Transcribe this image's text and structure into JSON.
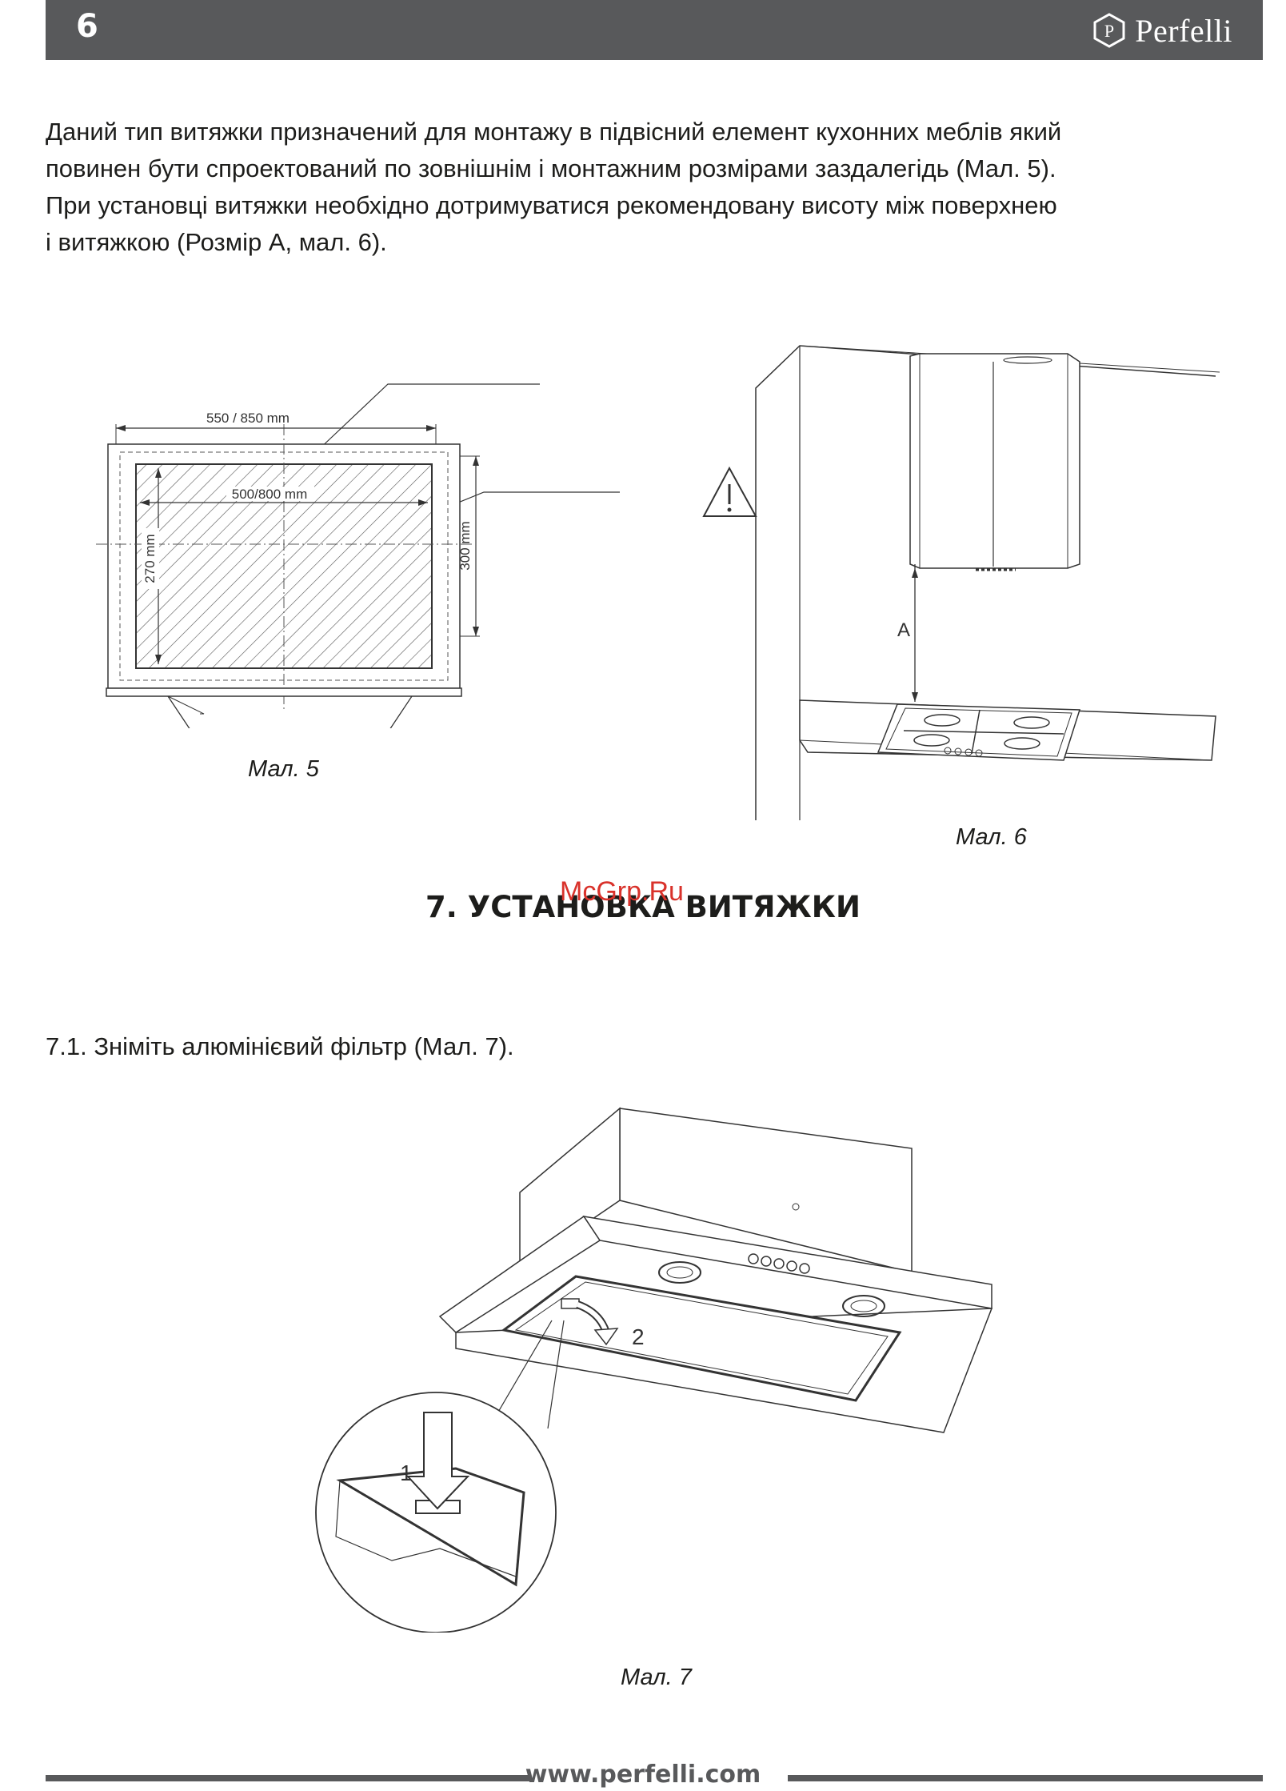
{
  "header": {
    "page_number": "6",
    "brand": "Perfelli"
  },
  "intro": {
    "lines": [
      "Даний тип витяжки призначений для монтажу в підвісний елемент кухонних меблів який",
      "повинен бути спроектований по зовнішнім і монтажним розмірами заздалегідь (Мал. 5).",
      "При установці витяжки необхідно дотримуватися рекомендовану висоту між поверхнею",
      "і витяжкою (Розмір А, мал. 6)."
    ]
  },
  "figure5": {
    "caption": "Мал. 5",
    "dim_outer_width": "550 / 850 mm",
    "dim_inner_width": "500/800 mm",
    "dim_inner_depth": "270 mm",
    "dim_outer_depth": "300 mm"
  },
  "figure6": {
    "caption": "Мал. 6",
    "dim_label": "A"
  },
  "section": {
    "title": "7. УСТАНОВКА ВИТЯЖКИ",
    "watermark": "McGrp.Ru"
  },
  "step71": {
    "text": "7.1. Зніміть алюмінієвий фільтр (Мал. 7)."
  },
  "figure7": {
    "caption": "Мал. 7",
    "label_1": "1",
    "label_2": "2"
  },
  "footer": {
    "url": "www.perfelli.com"
  }
}
